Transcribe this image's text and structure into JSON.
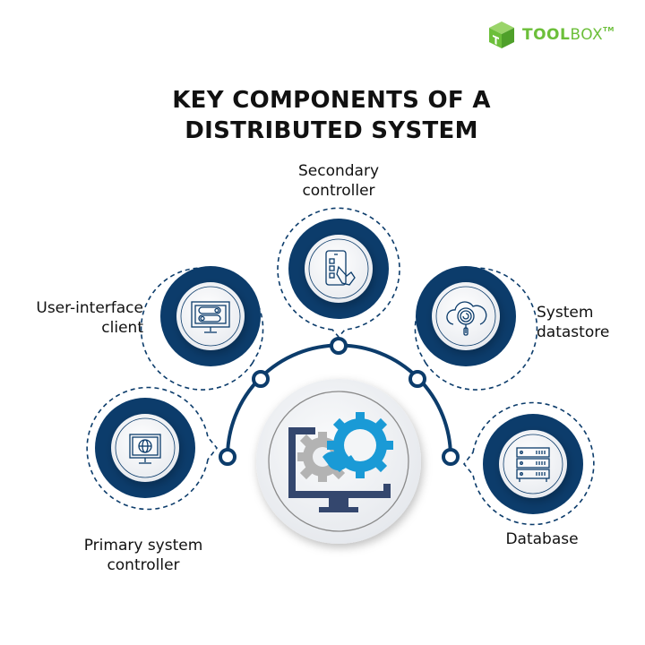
{
  "brand": {
    "name_bold": "TOOL",
    "name_light": "BOX",
    "trademark": "TM",
    "color": "#6cbf3a"
  },
  "title": {
    "line1": "KEY COMPONENTS OF A",
    "line2": "DISTRIBUTED SYSTEM"
  },
  "colors": {
    "navy": "#0c3c6b",
    "accent_blue": "#1a9ad6",
    "gear_gray": "#b3b3b3",
    "monitor_navy": "#34476e"
  },
  "center": {
    "icon": "monitor-gears-icon"
  },
  "components": [
    {
      "id": "secondary-controller",
      "line1": "Secondary",
      "line2": "controller",
      "icon": "mobile-touch-icon"
    },
    {
      "id": "user-interface-client",
      "line1": "User-interface",
      "line2": "client",
      "icon": "monitor-toggles-icon"
    },
    {
      "id": "system-datastore",
      "line1": "System",
      "line2": "datastore",
      "icon": "cloud-search-icon"
    },
    {
      "id": "primary-system-controller",
      "line1": "Primary system",
      "line2": "controller",
      "icon": "monitor-globe-icon"
    },
    {
      "id": "database",
      "line1": "Database",
      "line2": "",
      "icon": "server-rack-icon"
    }
  ]
}
